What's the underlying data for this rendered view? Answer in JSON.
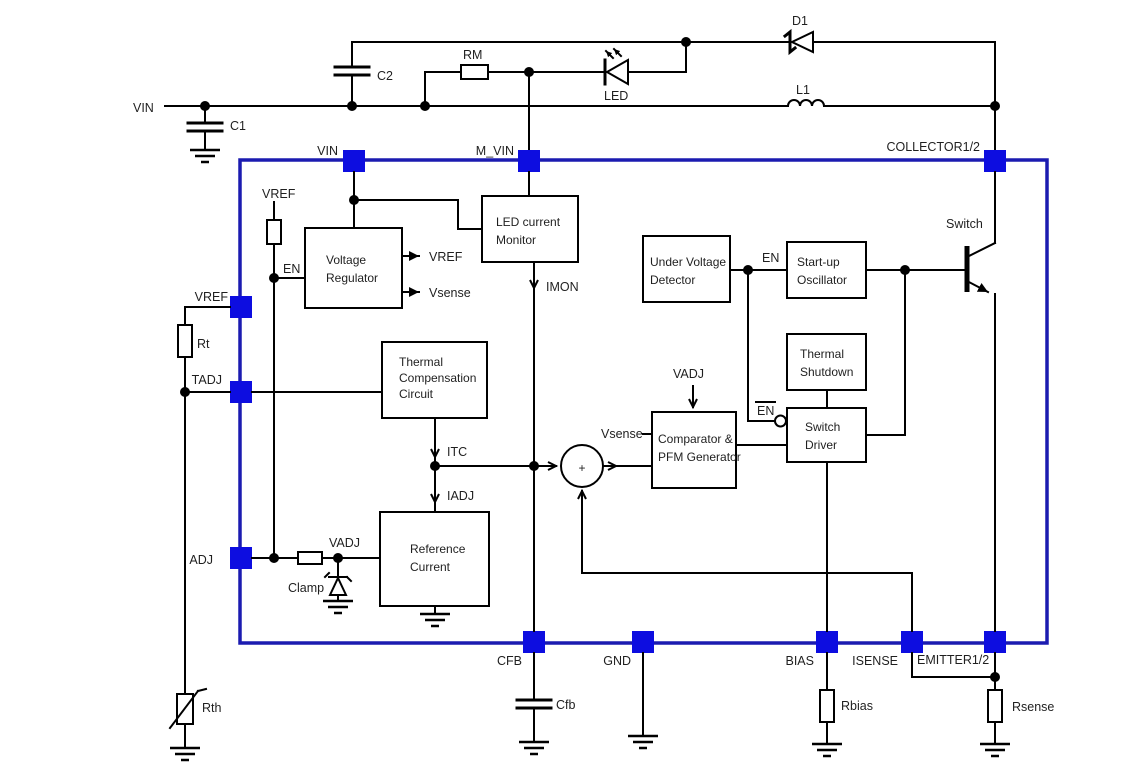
{
  "diagram": {
    "type": "ic-block-diagram",
    "description": "LED driver IC internal block diagram with external boost converter components",
    "colors": {
      "ic_border": "#1b1bb0",
      "pin_fill": "#0d0de0",
      "wire": "#000000",
      "block_border": "#000000",
      "text": "#1f1f1f",
      "background": "#ffffff"
    },
    "nets": {
      "vin": "VIN"
    },
    "external": {
      "c1": "C1",
      "c2": "C2",
      "rm": "RM",
      "led": "LED",
      "d1": "D1",
      "l1": "L1",
      "rt": "Rt",
      "rth": "Rth",
      "cfb_cap": "Cfb",
      "rbias": "Rbias",
      "rsense": "Rsense"
    },
    "pins": {
      "vin": "VIN",
      "m_vin": "M_VIN",
      "collector": "COLLECTOR1/2",
      "vref": "VREF",
      "tadj": "TADJ",
      "adj": "ADJ",
      "cfb": "CFB",
      "gnd": "GND",
      "bias": "BIAS",
      "isense": "ISENSE",
      "emitter": "EMITTER1/2"
    },
    "blocks": {
      "voltage_regulator": {
        "line1": "Voltage",
        "line2": "Regulator"
      },
      "led_current_monitor": {
        "line1": "LED current",
        "line2": "Monitor"
      },
      "under_voltage_detector": {
        "line1": "Under Voltage",
        "line2": "Detector"
      },
      "startup_oscillator": {
        "line1": "Start-up",
        "line2": "Oscillator"
      },
      "thermal_shutdown": {
        "line1": "Thermal",
        "line2": "Shutdown"
      },
      "switch_driver": {
        "line1": "Switch",
        "line2": "Driver"
      },
      "thermal_compensation": {
        "line1": "Thermal",
        "line2": "Compensation",
        "line3": "Circuit"
      },
      "reference_current": {
        "line1": "Reference",
        "line2": "Current"
      },
      "comparator_pfm": {
        "line1": "Comparator &",
        "line2": "PFM Generator"
      }
    },
    "signals": {
      "vref_internal": "VREF",
      "en": "EN",
      "en_bar": "EN",
      "vref_out": "VREF",
      "vsense_out": "Vsense",
      "vsense_in": "Vsense",
      "imon": "IMON",
      "itc": "ITC",
      "iadj": "IADJ",
      "vadj_ref": "VADJ",
      "vadj_comp": "VADJ",
      "clamp": "Clamp",
      "switch": "Switch",
      "sum_plus": "+"
    }
  }
}
